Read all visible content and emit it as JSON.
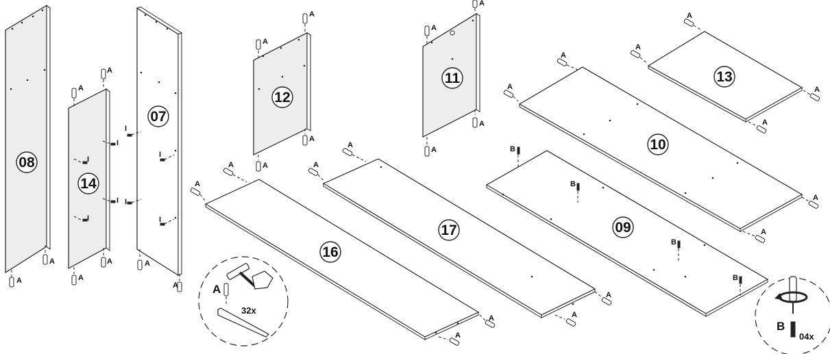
{
  "panels": {
    "p08": "08",
    "p14": "14",
    "p07": "07",
    "p12": "12",
    "p11": "11",
    "p13": "13",
    "p10": "10",
    "p09": "09",
    "p16": "16",
    "p17": "17"
  },
  "hardware": {
    "dowel_letter": "A",
    "screw_letter": "B",
    "cam_letter": "I"
  },
  "callouts": {
    "dowel_letter": "A",
    "dowel_qty": "32x",
    "screw_letter": "B",
    "screw_qty": "04x"
  },
  "colors": {
    "panel_face": "#ededed",
    "line": "#222222"
  },
  "icons": [
    "hammer-icon",
    "screwdriver-icon",
    "rotate-arrow-icon"
  ]
}
